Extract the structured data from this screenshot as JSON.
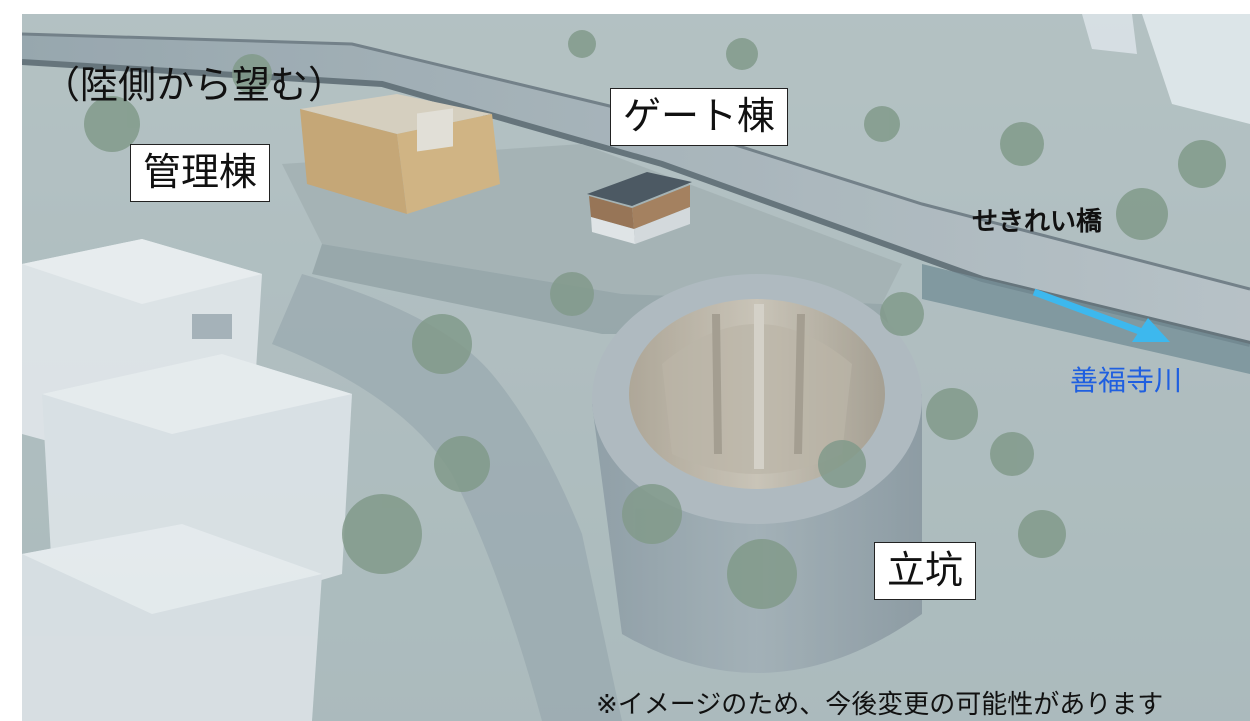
{
  "viewpoint_caption": "（陸側から望む）",
  "labels": {
    "management_building": "管理棟",
    "gate_building": "ゲート棟",
    "shaft": "立坑",
    "bridge": "せきれい橋",
    "river": "善福寺川"
  },
  "disclaimer": "※イメージのため、今後変更の可能性があります",
  "colors": {
    "river_label": "#1f5fe0",
    "flow_arrow": "#3db8ee",
    "label_border": "#222222"
  }
}
